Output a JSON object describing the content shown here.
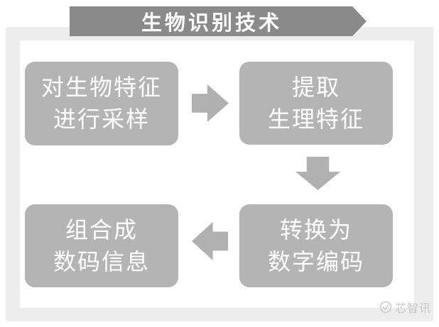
{
  "page": {
    "background": "#ffffff",
    "frame_color": "#ededee",
    "panel_color": "#ffffff"
  },
  "diagram": {
    "type": "flowchart",
    "title": "生物识别技术",
    "title_banner_color": "#8a8a8a",
    "title_text_color": "#ffffff",
    "box_color": "#b4b4b4",
    "box_text_color": "#ffffff",
    "arrow_color": "#b0b0b0",
    "steps": [
      {
        "position": "top-left",
        "line1": "对生物特征",
        "line2": "进行采样"
      },
      {
        "position": "top-right",
        "line1": "提取",
        "line2": "生理特征"
      },
      {
        "position": "bottom-right",
        "line1": "转换为",
        "line2": "数字编码"
      },
      {
        "position": "bottom-left",
        "line1": "组合成",
        "line2": "数码信息"
      }
    ],
    "arrows": [
      {
        "direction": "right",
        "from": "对生物特征进行采样",
        "to": "提取生理特征"
      },
      {
        "direction": "down",
        "from": "提取生理特征",
        "to": "转换为数字编码"
      },
      {
        "direction": "left",
        "from": "转换为数字编码",
        "to": "组合成数码信息"
      }
    ]
  },
  "watermark": {
    "text": "芯智讯",
    "color": "#c8c8c8",
    "logo": "xinzhixun-logo"
  }
}
